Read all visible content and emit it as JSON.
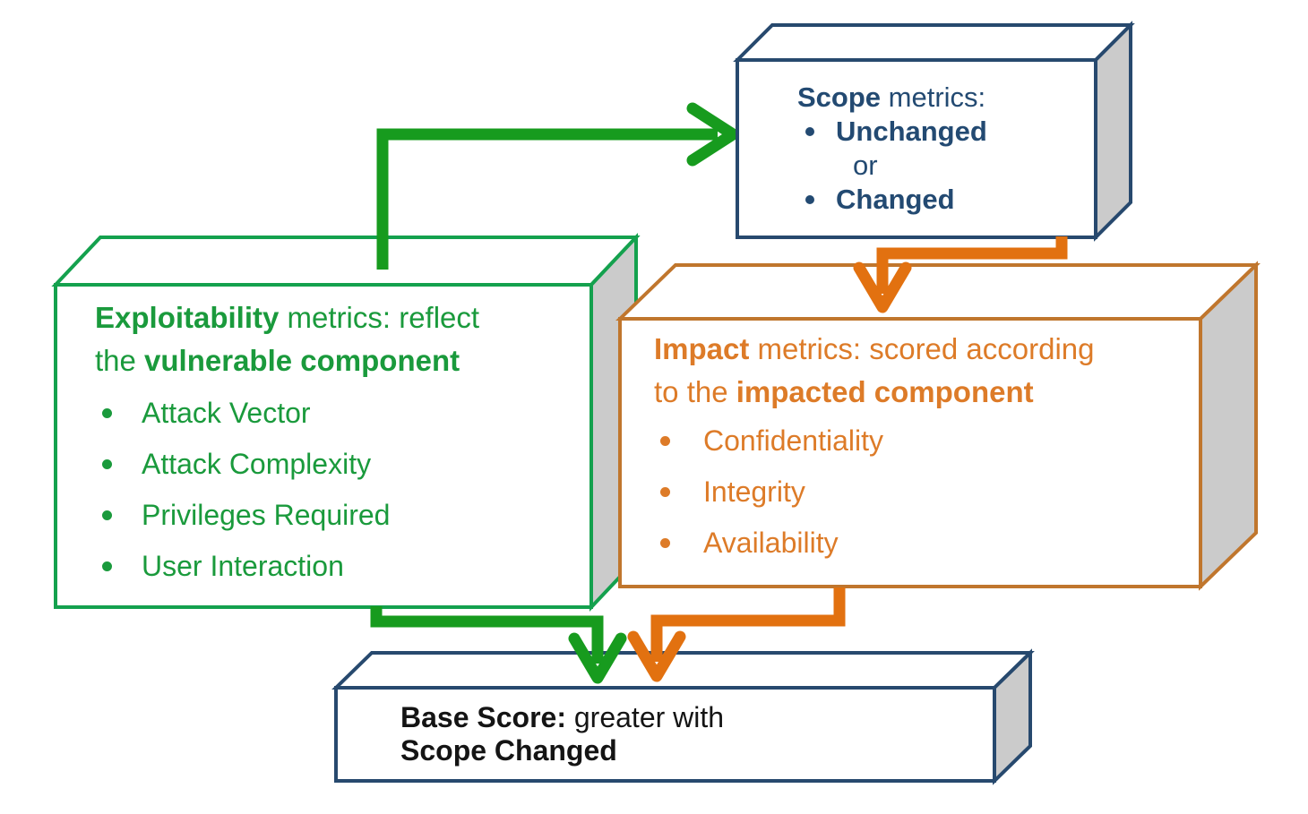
{
  "colors": {
    "green_text": "#1a9a3c",
    "green_border": "#14a14e",
    "green_arrow": "#179b1e",
    "orange_text": "#dd7b28",
    "orange_border": "#c0762d",
    "orange_arrow": "#e27110",
    "navy_border": "#27496e",
    "navy_text": "#234a72",
    "box_side_gray": "#cbcbcb",
    "base_text": "#141414",
    "background": "#ffffff"
  },
  "boxes": {
    "scope": {
      "title_bold": "Scope",
      "title_rest": " metrics:",
      "option1": "Unchanged",
      "connector": "or",
      "option2": "Changed"
    },
    "exploitability": {
      "line1_bold": "Exploitability",
      "line1_rest": " metrics: reflect",
      "line2_pre": "the ",
      "line2_bold": "vulnerable component",
      "bullets": [
        "Attack Vector",
        "Attack Complexity",
        "Privileges Required",
        "User Interaction"
      ]
    },
    "impact": {
      "line1_bold": "Impact",
      "line1_rest": " metrics: scored according",
      "line2_pre": "to the ",
      "line2_bold": "impacted component",
      "bullets": [
        "Confidentiality",
        "Integrity",
        "Availability"
      ]
    },
    "base_score": {
      "line1_bold": "Base Score:",
      "line1_rest": " greater with",
      "line2_bold": "Scope Changed"
    }
  }
}
